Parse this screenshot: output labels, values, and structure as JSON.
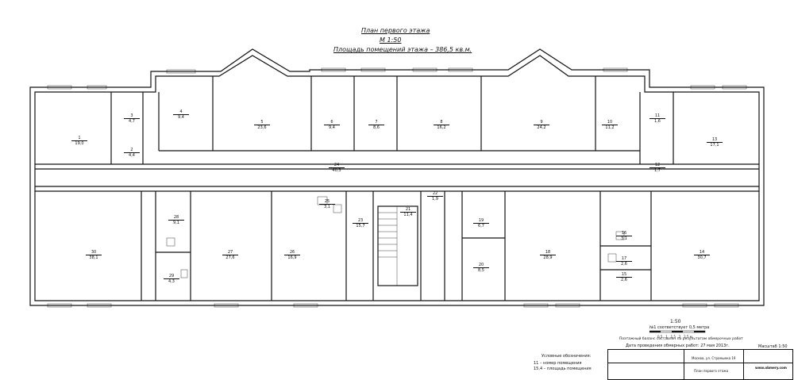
{
  "header": {
    "title": "План первого этажа",
    "scale": "М 1:50",
    "area": "Площадь помещений этажа – 386,5 кв.м."
  },
  "rooms": [
    {
      "n": "1",
      "a": "19,0"
    },
    {
      "n": "2",
      "a": "4,4"
    },
    {
      "n": "3",
      "a": "4,7"
    },
    {
      "n": "4",
      "a": "9,4"
    },
    {
      "n": "5",
      "a": "23,6"
    },
    {
      "n": "6",
      "a": "9,4"
    },
    {
      "n": "7",
      "a": "8,6"
    },
    {
      "n": "8",
      "a": "16,2"
    },
    {
      "n": "9",
      "a": "24,2"
    },
    {
      "n": "10",
      "a": "11,2"
    },
    {
      "n": "11",
      "a": "1,6"
    },
    {
      "n": "12",
      "a": "1,7"
    },
    {
      "n": "13",
      "a": "17,1"
    },
    {
      "n": "14",
      "a": "30,7"
    },
    {
      "n": "15",
      "a": "2,6"
    },
    {
      "n": "16",
      "a": "3,1"
    },
    {
      "n": "17",
      "a": "2,6"
    },
    {
      "n": "18",
      "a": "28,9"
    },
    {
      "n": "19",
      "a": "6,7"
    },
    {
      "n": "20",
      "a": "8,5"
    },
    {
      "n": "21",
      "a": "11,4"
    },
    {
      "n": "22",
      "a": "1,9"
    },
    {
      "n": "23",
      "a": "15,7"
    },
    {
      "n": "24",
      "a": "40,3"
    },
    {
      "n": "25",
      "a": "3,1"
    },
    {
      "n": "26",
      "a": "16,9"
    },
    {
      "n": "27",
      "a": "27,6"
    },
    {
      "n": "28",
      "a": "9,1"
    },
    {
      "n": "29",
      "a": "4,3"
    },
    {
      "n": "30",
      "a": "38,1"
    }
  ],
  "scale_bar": {
    "title": "1:50",
    "line1": "№1 соответствует 0,5 метра",
    "ticks": [
      "0,5",
      "1",
      "1,5",
      "2",
      "2,5 м"
    ],
    "note1": "Поэтажный баланс составлен по результатам обмерочных работ",
    "note2": "Дата проведения обмерных работ: 27 мая 2013г."
  },
  "legend": {
    "title": "Условные обозначения:",
    "item1": "– номер помещения",
    "item1_code": "11",
    "item2": "– площадь помещения",
    "item2_code": "15,4"
  },
  "stamp": {
    "address": "Москва, ул. Стромынка 19",
    "sheet_title": "План первого этажа",
    "scale": "Масштаб 1:50",
    "logo_text": "www.obmery.com"
  }
}
